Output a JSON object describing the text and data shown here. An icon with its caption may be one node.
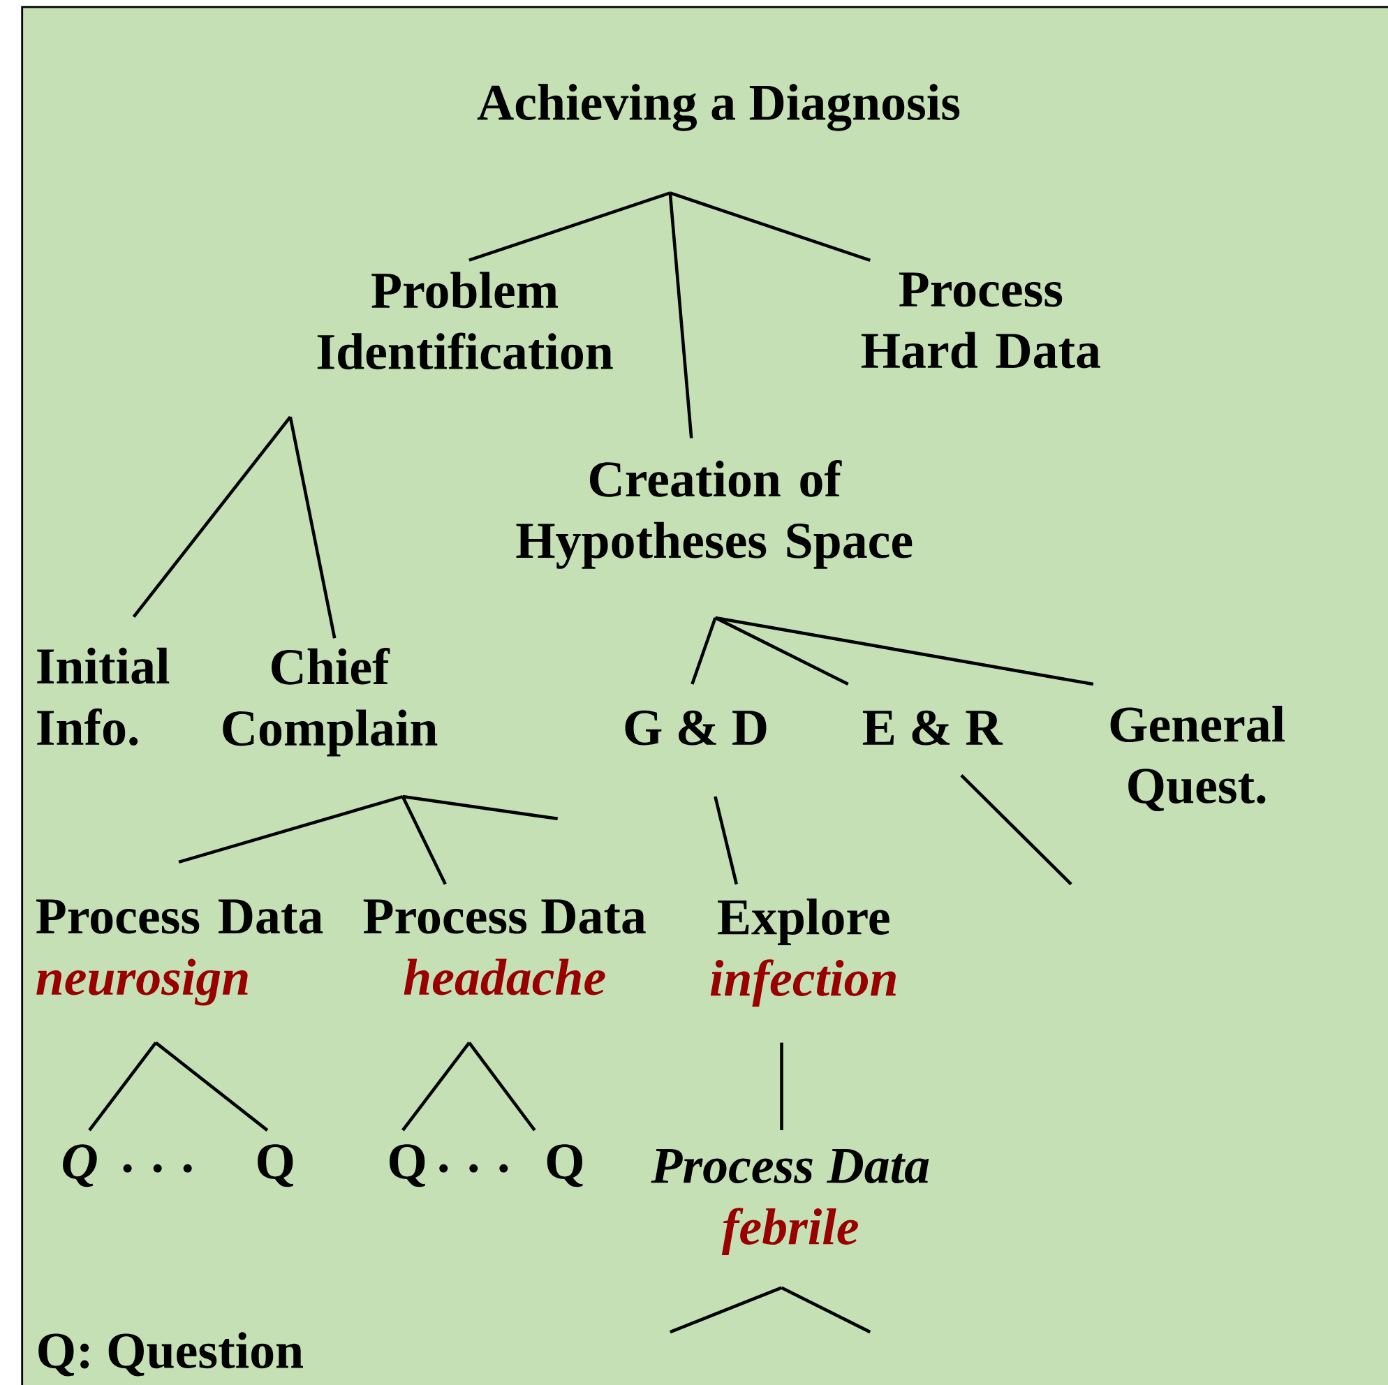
{
  "diagram": {
    "nodes": [
      {
        "text": [
          "Achieving a Diagnosis"
        ]
      },
      {
        "text": [
          "Problem Identification"
        ]
      },
      {
        "text": [
          "Process Hard Data"
        ]
      },
      {
        "text": [
          "Creation of Hypotheses Space"
        ]
      },
      {
        "text": [
          "Initial Info."
        ]
      },
      {
        "text": [
          "Chief Complain"
        ]
      },
      {
        "text": [
          "G & D"
        ]
      },
      {
        "text": [
          "E & R"
        ]
      },
      {
        "text": [
          "General Quest."
        ]
      },
      {
        "text": [
          "Process Data",
          "neurosign"
        ]
      },
      {
        "text": [
          "Process Data",
          "headache"
        ]
      },
      {
        "text": [
          "Explore",
          "infection"
        ]
      },
      {
        "text": [
          "Q"
        ]
      },
      {
        "text": [
          "Q"
        ]
      },
      {
        "text": [
          "Q"
        ]
      },
      {
        "text": [
          "Q"
        ]
      },
      {
        "text": [
          "Process Data",
          "febrile"
        ]
      }
    ],
    "edges": [
      {
        "from": 0,
        "to": 1,
        "arrow": "none"
      },
      {
        "from": 0,
        "to": 3,
        "arrow": "none"
      },
      {
        "from": 0,
        "to": 2,
        "arrow": "none"
      },
      {
        "from": 1,
        "to": 4,
        "arrow": "none"
      },
      {
        "from": 1,
        "to": 5,
        "arrow": "none"
      },
      {
        "from": 3,
        "to": 6,
        "arrow": "none"
      },
      {
        "from": 3,
        "to": 7,
        "arrow": "none"
      },
      {
        "from": 3,
        "to": 8,
        "arrow": "none"
      },
      {
        "from": 5,
        "to": 9,
        "arrow": "none"
      },
      {
        "from": 5,
        "to": 10,
        "arrow": "none"
      },
      {
        "from": 5,
        "to": null,
        "arrow": "none"
      },
      {
        "from": 6,
        "to": 11,
        "arrow": "none"
      },
      {
        "from": 7,
        "to": null,
        "arrow": "none"
      },
      {
        "from": 9,
        "to": 12,
        "arrow": "none"
      },
      {
        "from": 9,
        "to": 13,
        "arrow": "none"
      },
      {
        "from": 10,
        "to": 14,
        "arrow": "none"
      },
      {
        "from": 10,
        "to": 15,
        "arrow": "none"
      },
      {
        "from": 11,
        "to": 16,
        "arrow": "none"
      },
      {
        "from": 16,
        "to": null,
        "arrow": "none"
      },
      {
        "from": 16,
        "to": null,
        "arrow": "none"
      }
    ],
    "labels": [
      ". . .",
      ". . .",
      "Q: Question"
    ]
  }
}
